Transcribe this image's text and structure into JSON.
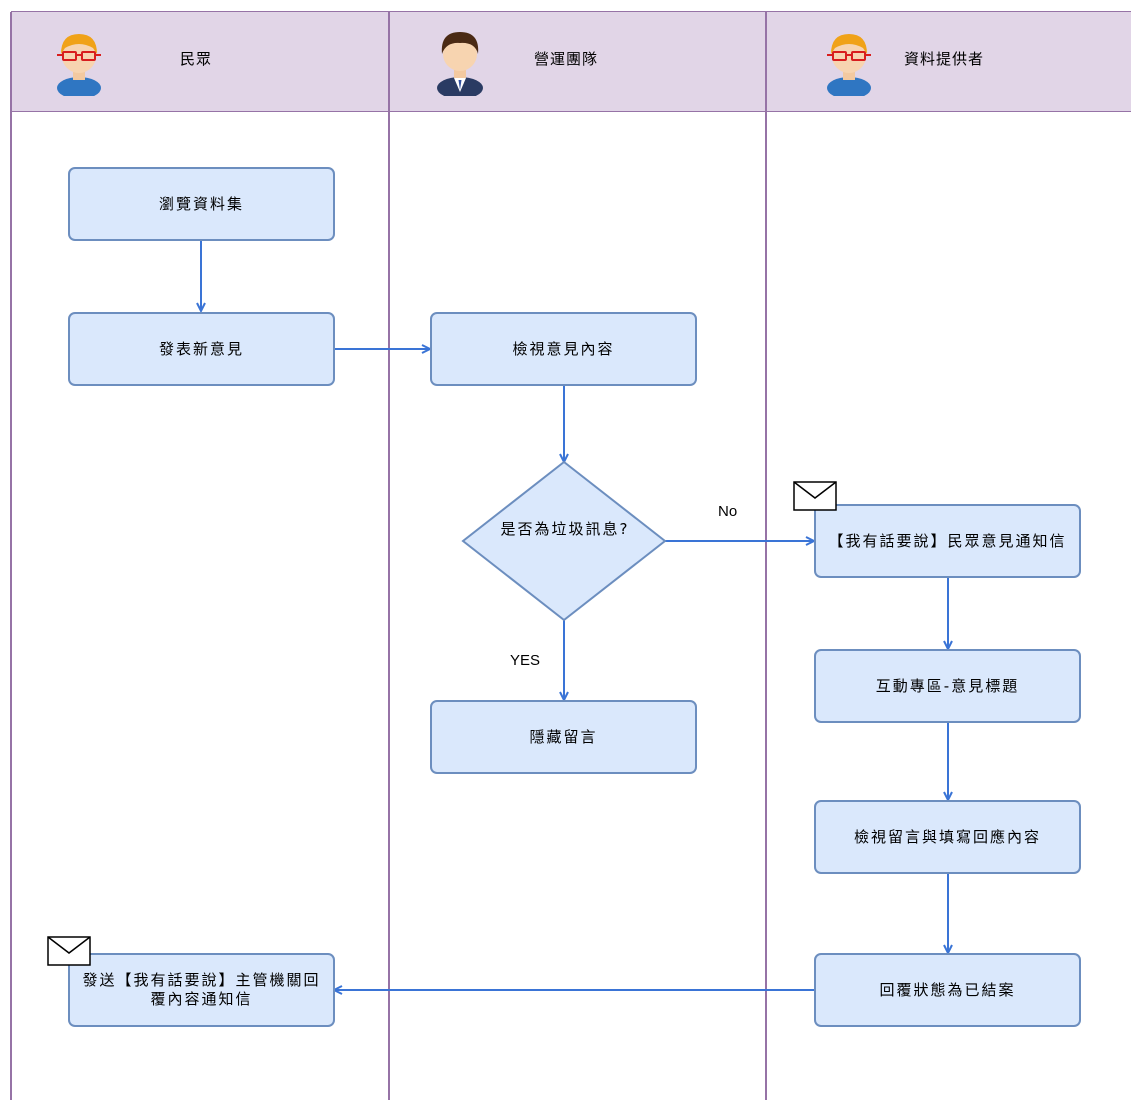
{
  "lanes": [
    {
      "title": "民眾",
      "avatar": "user-red-glasses-icon"
    },
    {
      "title": "營運團隊",
      "avatar": "user-businessman-icon"
    },
    {
      "title": "資料提供者",
      "avatar": "user-red-glasses-icon"
    }
  ],
  "nodes": {
    "browse": "瀏覽資料集",
    "post": "發表新意見",
    "review": "檢視意見內容",
    "decision": "是否為垃圾訊息?",
    "hide": "隱藏留言",
    "notify": "【我有話要說】民眾意見通知信",
    "topic": "互動專區-意見標題",
    "reply": "檢視留言與填寫回應內容",
    "status": "回覆狀態為已結案",
    "send": "發送【我有話要說】主管機關回覆內容通知信"
  },
  "edge_labels": {
    "no": "No",
    "yes": "YES"
  },
  "icons": [
    "mail-envelope-icon"
  ],
  "colors": {
    "lane_header": "#e1d5e7",
    "lane_border": "#9673a6",
    "box_fill": "#dae8fc",
    "box_border": "#6c8ebf",
    "arrow": "#3a74d6"
  }
}
